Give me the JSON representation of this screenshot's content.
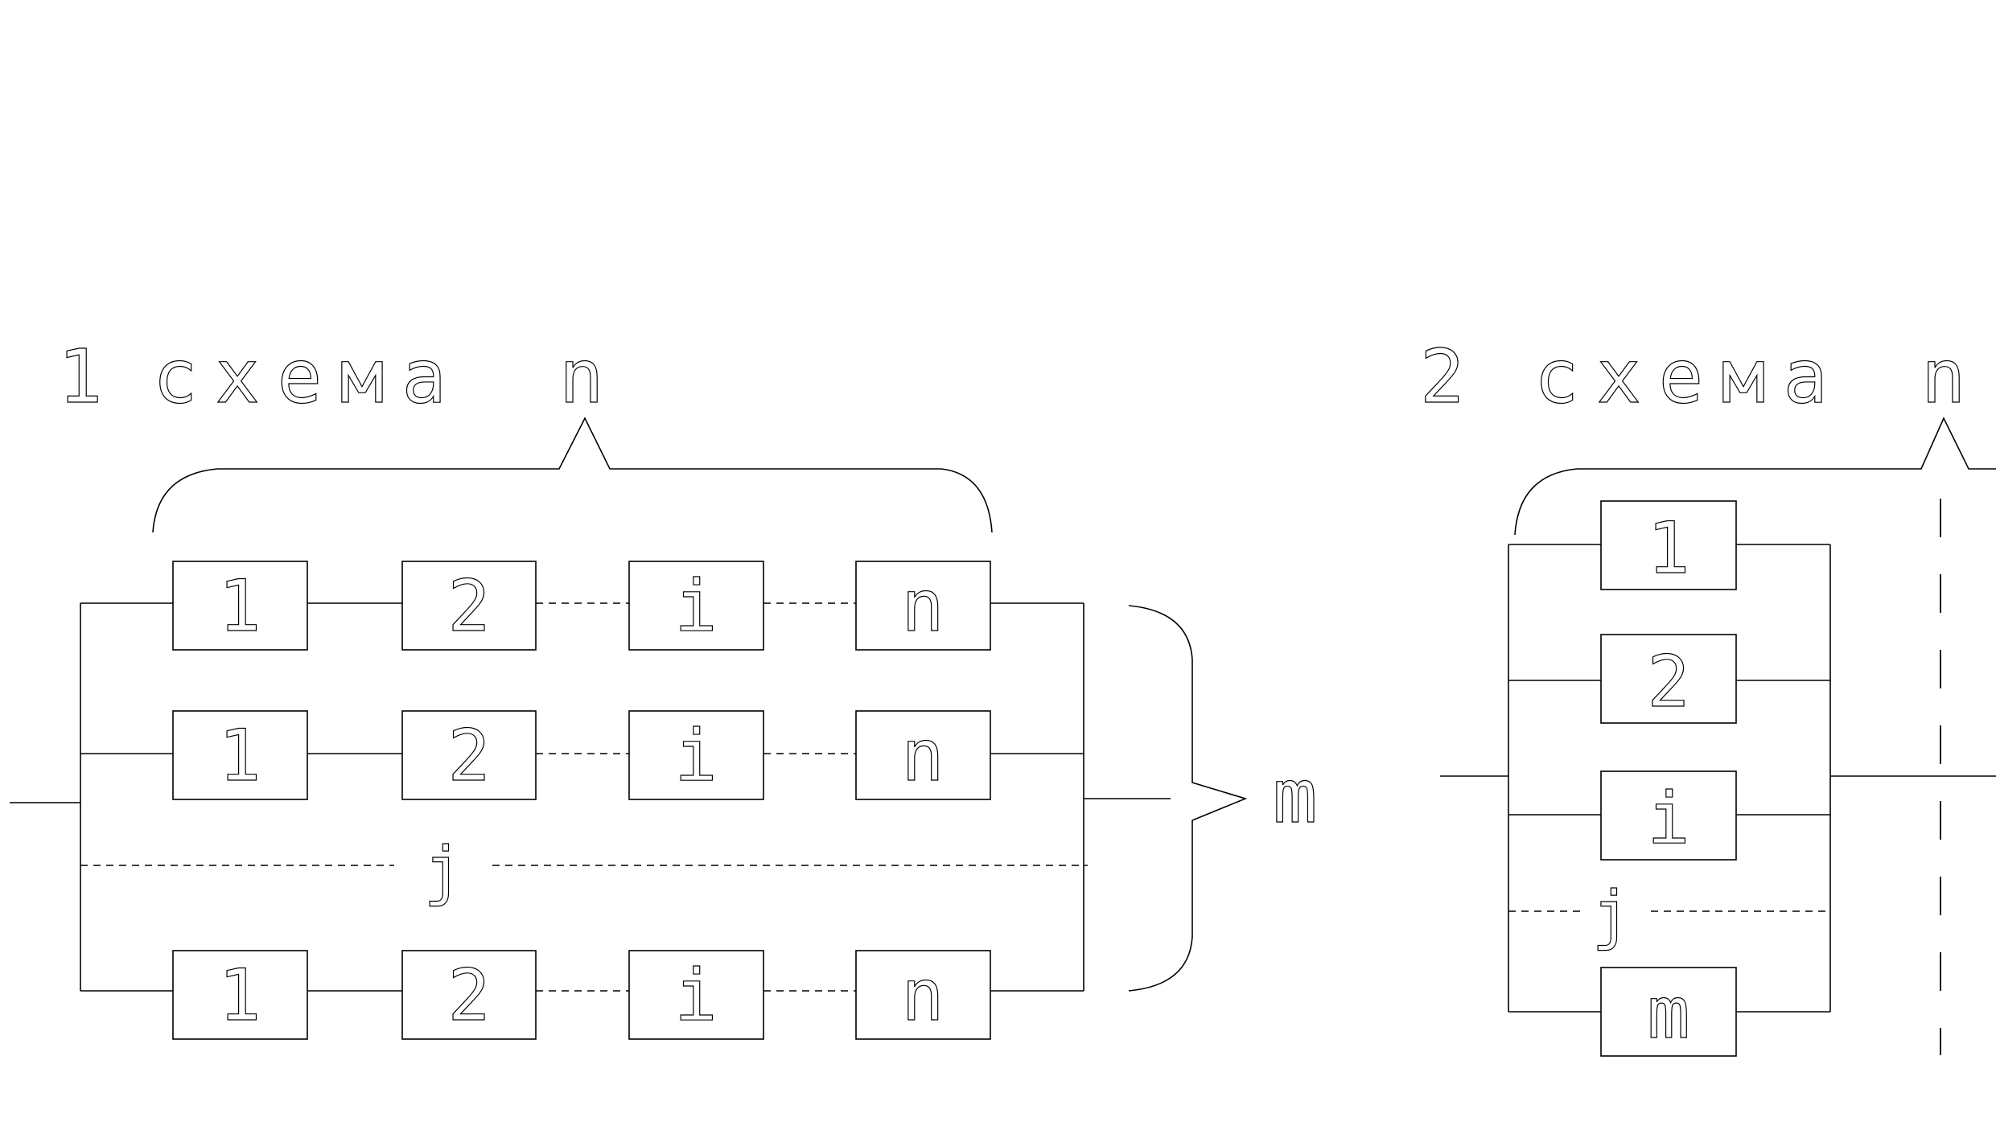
{
  "scheme1": {
    "number": "1",
    "word": "схема",
    "top_label": "n",
    "side_label": "m",
    "gap_label": "j",
    "rows": [
      [
        "1",
        "2",
        "i",
        "n"
      ],
      [
        "1",
        "2",
        "i",
        "n"
      ],
      [
        "1",
        "2",
        "i",
        "n"
      ]
    ]
  },
  "scheme2": {
    "number": "2",
    "word": "схема",
    "top_label": "n",
    "gap_label": "j",
    "boxes": [
      "1",
      "2",
      "i",
      "m"
    ]
  },
  "colors": {
    "ink": "#000000",
    "background": "#ffffff"
  }
}
